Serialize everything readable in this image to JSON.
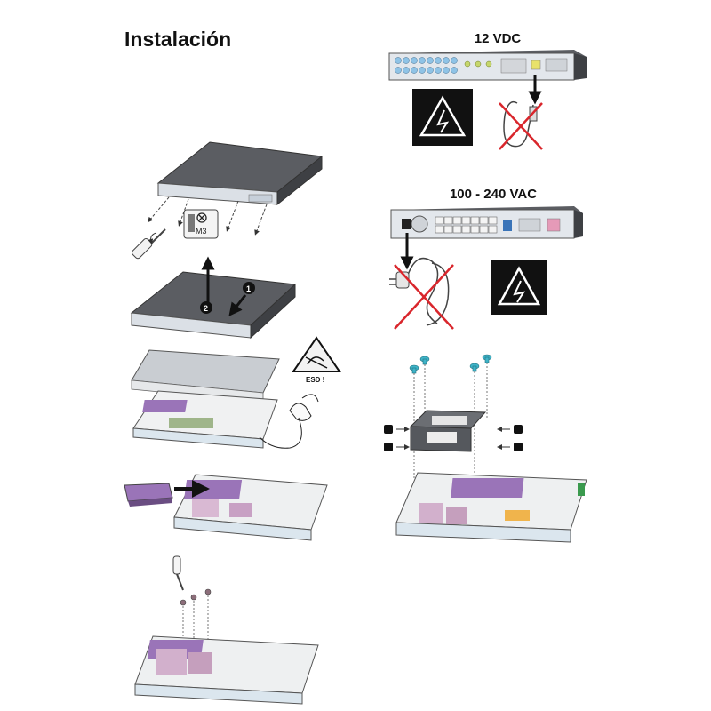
{
  "page": {
    "title": "Instalación"
  },
  "dc_section": {
    "heading": "12 VDC"
  },
  "ac_section": {
    "heading": "100 - 240 VAC"
  },
  "step1": {
    "screw_label": "M3"
  },
  "step2": {
    "callout_1": "1",
    "callout_2": "2"
  },
  "step3": {
    "esd_label": "ESD !"
  },
  "colors": {
    "chassis": "#56585d",
    "front_panel": "#dfe4ea",
    "ssd": "#9a74b8",
    "bracket_screw": "#3fb4c8",
    "connector": "#8fc3e6",
    "warning_red": "#d9262c"
  },
  "icons": [
    "screwdriver-icon",
    "screw-icon",
    "warning-lightning-icon",
    "esd-icon",
    "power-plug-icon",
    "dc-cable-icon",
    "rubber-grommet-icon",
    "mounting-bracket-icon"
  ]
}
